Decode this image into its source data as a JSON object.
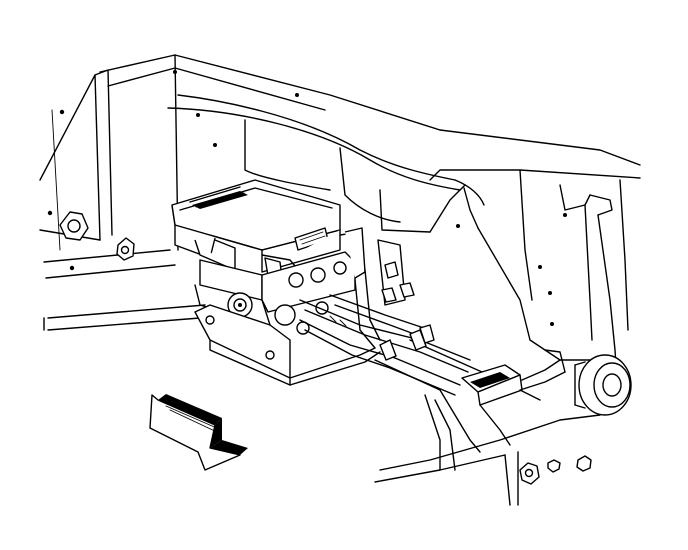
{
  "diagram": {
    "type": "line-art-technical-illustration",
    "background": "#ffffff",
    "ink": "#000000",
    "parts": [
      {
        "id": "frame-crossmember",
        "icon": "frame-rail"
      },
      {
        "id": "abs-module",
        "icon": "control-module-box"
      },
      {
        "id": "hydraulic-unit",
        "icon": "valve-block"
      },
      {
        "id": "brake-lines",
        "icon": "tube-lines"
      },
      {
        "id": "mount-bracket",
        "icon": "bracket"
      },
      {
        "id": "bushing",
        "icon": "rubber-bushing"
      },
      {
        "id": "direction-arrow",
        "icon": "forward-arrow"
      }
    ]
  }
}
